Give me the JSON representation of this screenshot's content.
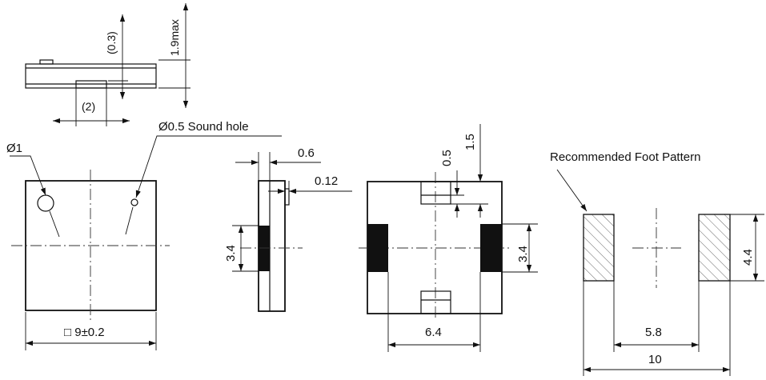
{
  "colors": {
    "line": "#111111",
    "pad_fill": "#111111",
    "background": "#ffffff"
  },
  "side_view": {
    "height_label": "1.9max",
    "gap_label": "(0.3)",
    "pad_width_label": "(2)"
  },
  "top_view": {
    "hole_label": "Ø1",
    "sound_hole_label": "Ø0.5 Sound hole",
    "size_label": "□ 9±0.2"
  },
  "profile_view": {
    "width_label": "0.6",
    "offset_label": "0.12",
    "pad_height_label": "3.4"
  },
  "bottom_view": {
    "tab_width_label": "0.5",
    "tab_depth_label": "1.5",
    "pad_height_label": "3.4",
    "pad_spacing_label": "6.4"
  },
  "foot_pattern": {
    "title": "Recommended Foot Pattern",
    "pad_height_label": "4.4",
    "inner_gap_label": "5.8",
    "outer_width_label": "10"
  }
}
